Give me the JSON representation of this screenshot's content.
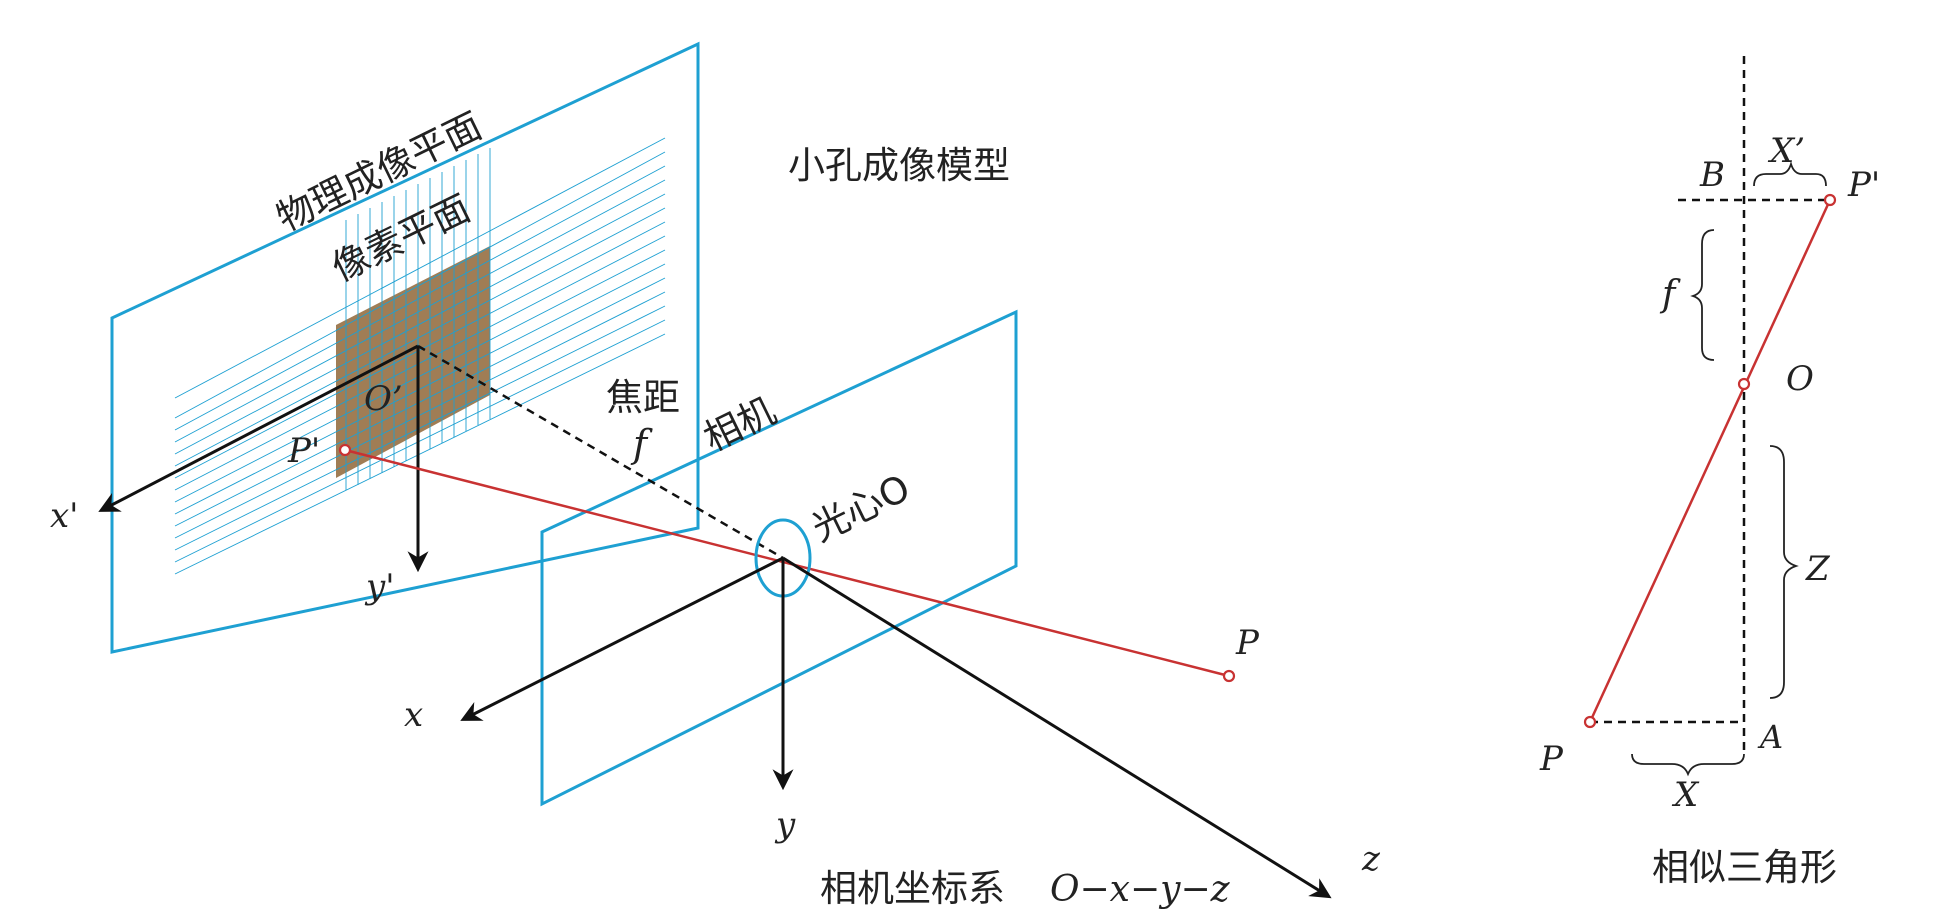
{
  "pinhole_model": {
    "title": "小孔成像模型",
    "physical_plane_label": "物理成像平面",
    "pixel_plane_label": "像素平面",
    "camera_label": "相机",
    "focal_label": "焦距",
    "focal_symbol": "f",
    "optical_center_label": "光心O",
    "image_origin_label": "O’",
    "image_point_label": "P'",
    "object_point_label": "P",
    "image_axis_x": "x'",
    "image_axis_y": "y'",
    "camera_axis_x": "x",
    "camera_axis_y": "y",
    "camera_axis_z": "z",
    "coord_system_label": "相机坐标系",
    "coord_system_formula": "O−x−y−z"
  },
  "similar_triangles": {
    "title": "相似三角形",
    "label_B": "B",
    "label_X_prime": "X’",
    "label_P_prime": "P'",
    "label_f": "f",
    "label_O": "O",
    "label_Z": "Z",
    "label_P": "P",
    "label_A": "A",
    "label_X": "X"
  },
  "colors": {
    "plane": "#1ea0d2",
    "ray": "#c83232",
    "pixel_fill": "#a07d55",
    "axes": "#111111"
  }
}
